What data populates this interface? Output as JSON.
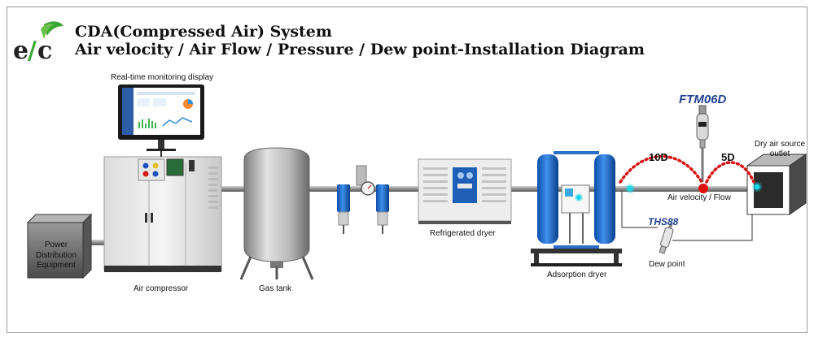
{
  "header": {
    "title_line1": "CDA(Compressed Air) System",
    "title_line2": "Air velocity / Air Flow / Pressure / Dew point-Installation Diagram"
  },
  "labels": {
    "monitor": "Real-time monitoring display",
    "power": "Power Distribution\nEquipment",
    "compressor": "Air compressor",
    "gas_tank": "Gas tank",
    "refrigerated_dryer": "Refrigerated dryer",
    "adsorption_dryer": "Adsorption dryer",
    "dew_point": "Dew point",
    "air_velocity": "Air velocity / Flow",
    "outlet": "Dry air source\noutlet"
  },
  "sensors": {
    "ftm": "FTM06D",
    "ths": "THS88"
  },
  "distances": {
    "upstream": "10D",
    "downstream": "5D"
  },
  "colors": {
    "pipe": "#8e8e8e",
    "sensor_point": "#e01010",
    "arc": "#d61414",
    "marker": "#19d7e6",
    "model": "#1f3f8f",
    "dryer_blue": "#1f6fd0"
  }
}
